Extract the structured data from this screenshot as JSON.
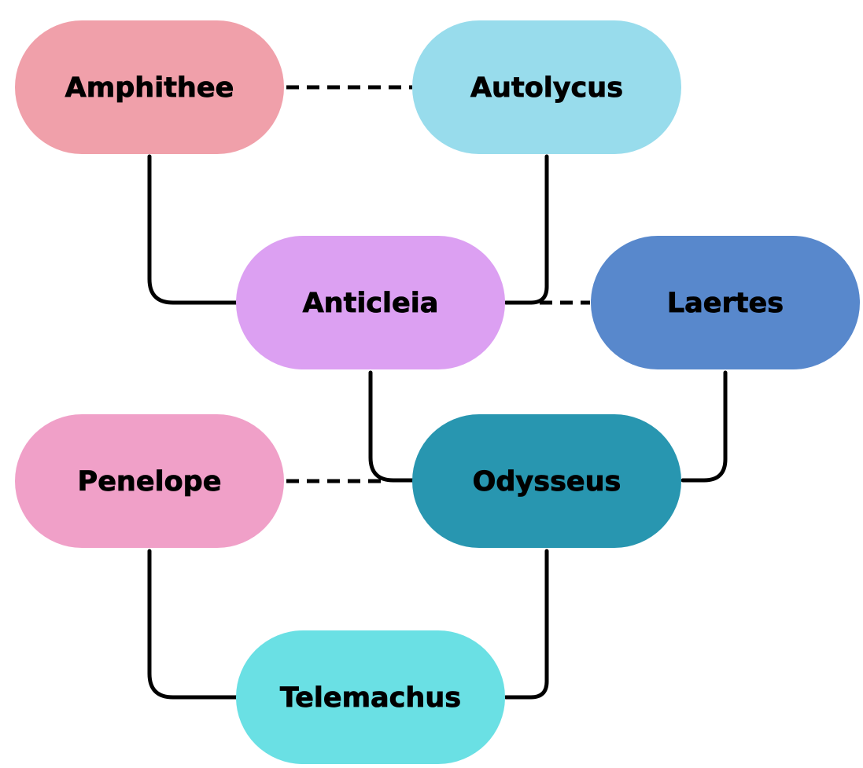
{
  "diagram": {
    "nodes": [
      {
        "id": "amphithee",
        "label": "Amphithee",
        "color": "#F0A0AA"
      },
      {
        "id": "autolycus",
        "label": "Autolycus",
        "color": "#98DCEC"
      },
      {
        "id": "anticleia",
        "label": "Anticleia",
        "color": "#DCA0F2"
      },
      {
        "id": "laertes",
        "label": "Laertes",
        "color": "#5888CC"
      },
      {
        "id": "penelope",
        "label": "Penelope",
        "color": "#F0A0C8"
      },
      {
        "id": "odysseus",
        "label": "Odysseus",
        "color": "#2896B0"
      },
      {
        "id": "telemachus",
        "label": "Telemachus",
        "color": "#6AE0E4"
      }
    ],
    "edges": [
      {
        "from": "amphithee",
        "to": "autolycus",
        "style": "dashed",
        "relation": "spouse"
      },
      {
        "from": "amphithee",
        "to": "anticleia",
        "style": "solid",
        "relation": "parent"
      },
      {
        "from": "autolycus",
        "to": "anticleia",
        "style": "solid",
        "relation": "parent"
      },
      {
        "from": "anticleia",
        "to": "laertes",
        "style": "dashed",
        "relation": "spouse"
      },
      {
        "from": "anticleia",
        "to": "odysseus",
        "style": "solid",
        "relation": "parent"
      },
      {
        "from": "laertes",
        "to": "odysseus",
        "style": "solid",
        "relation": "parent"
      },
      {
        "from": "penelope",
        "to": "odysseus",
        "style": "dashed",
        "relation": "spouse"
      },
      {
        "from": "penelope",
        "to": "telemachus",
        "style": "solid",
        "relation": "parent"
      },
      {
        "from": "odysseus",
        "to": "telemachus",
        "style": "solid",
        "relation": "parent"
      }
    ],
    "line_color": "#000000"
  }
}
